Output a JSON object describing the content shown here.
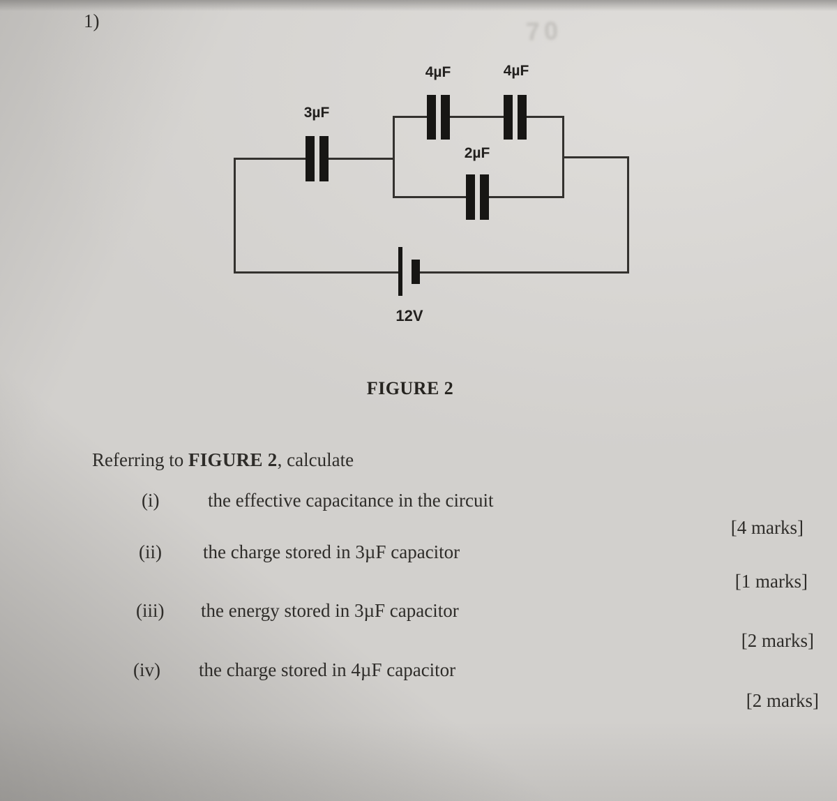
{
  "page": {
    "number_label": "1)"
  },
  "figure": {
    "caption": "FIGURE 2",
    "bleedthrough_text": "70",
    "labels": {
      "cap_series": "3µF",
      "cap_top_left": "4µF",
      "cap_top_right": "4µF",
      "cap_bottom": "2µF",
      "battery": "12V"
    }
  },
  "questions": {
    "intro": {
      "prefix": "Referring to ",
      "bold": "FIGURE 2",
      "suffix": ", calculate"
    },
    "items": [
      {
        "num": "(i)",
        "text": "the effective capacitance in the circuit",
        "marks": "[4 marks]"
      },
      {
        "num": "(ii)",
        "text": "the charge stored in 3µF capacitor",
        "marks": "[1 marks]"
      },
      {
        "num": "(iii)",
        "text": "the energy stored in 3µF capacitor",
        "marks": "[2 marks]"
      },
      {
        "num": "(iv)",
        "text": "the charge stored in 4µF capacitor",
        "marks": "[2 marks]"
      }
    ]
  },
  "colors": {
    "paper": "#d2d0cd",
    "ink": "#2e2c29",
    "wire": "#33312e",
    "plate": "#171614"
  }
}
